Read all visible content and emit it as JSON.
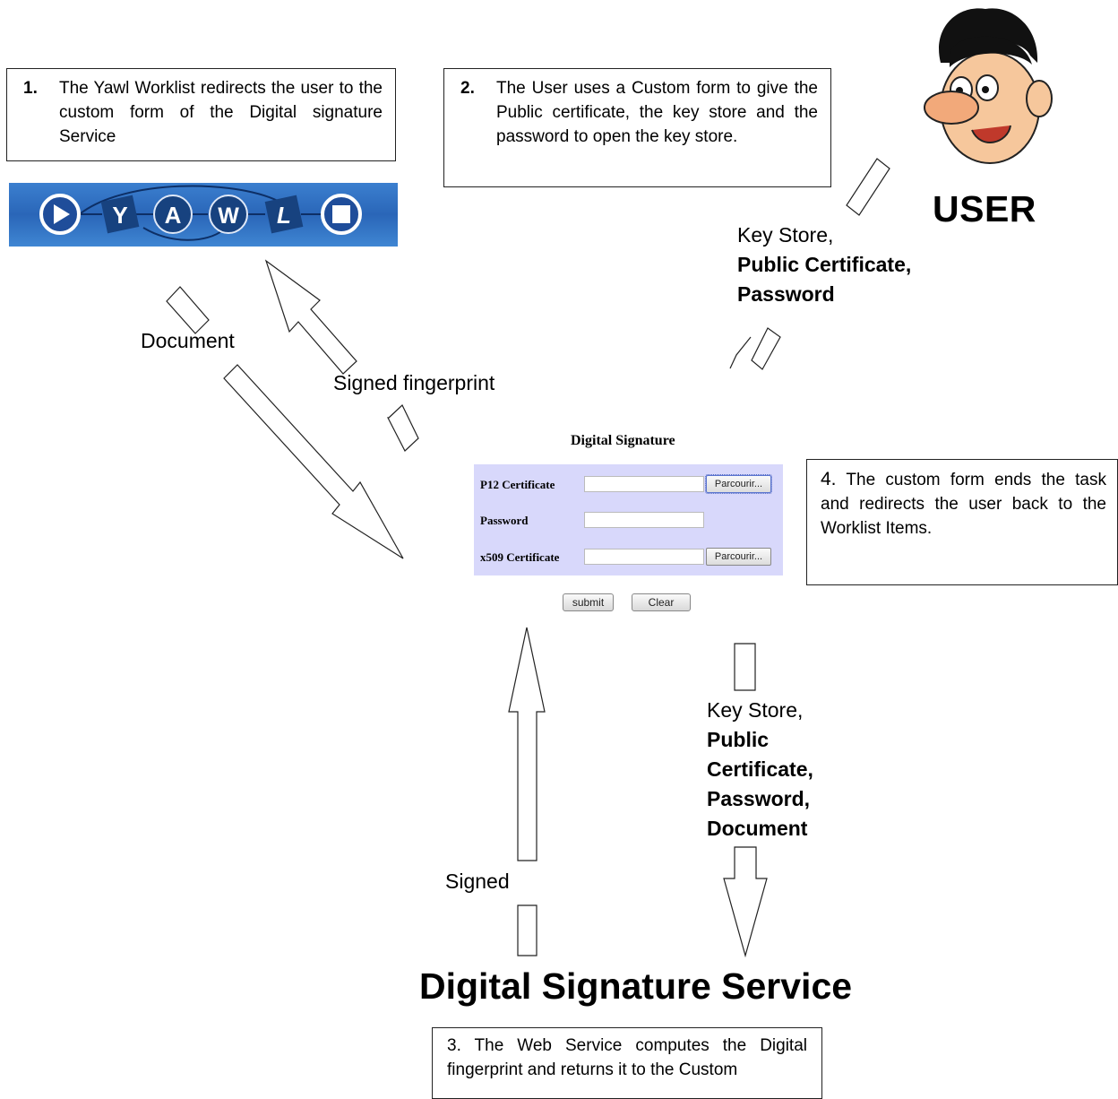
{
  "steps": {
    "step1": {
      "number": "1.",
      "text": "The Yawl Worklist redirects the user to the custom form of the Digital signature Service"
    },
    "step2": {
      "number": "2.",
      "text": "The User uses a Custom form to give the Public certificate, the key store and the password to open the key store."
    },
    "step3": {
      "text": "3. The Web Service computes the Digital fingerprint and returns it to the Custom"
    },
    "step4": {
      "lead": "4.",
      "text": " The custom form ends the task and redirects the user back to the Worklist Items."
    }
  },
  "actors": {
    "user_title": "USER",
    "service_title": "Digital Signature Service",
    "yawl_letters": [
      "Y",
      "A",
      "W",
      "L"
    ]
  },
  "flow_labels": {
    "user_to_form": {
      "line1": "Key Store,",
      "line2": "Public Certificate,",
      "line3": "Password"
    },
    "document": "Document",
    "signed_fingerprint": "Signed fingerprint",
    "form_to_service": {
      "line1": "Key Store,",
      "line2": "Public",
      "line3": "Certificate,",
      "line4": "Password,",
      "line5": "Document"
    },
    "signed": "Signed"
  },
  "form": {
    "title": "Digital Signature",
    "fields": {
      "p12": "P12 Certificate",
      "password": "Password",
      "x509": "x509 Certificate"
    },
    "browse_label": "Parcourir...",
    "submit_label": "submit",
    "clear_label": "Clear"
  }
}
